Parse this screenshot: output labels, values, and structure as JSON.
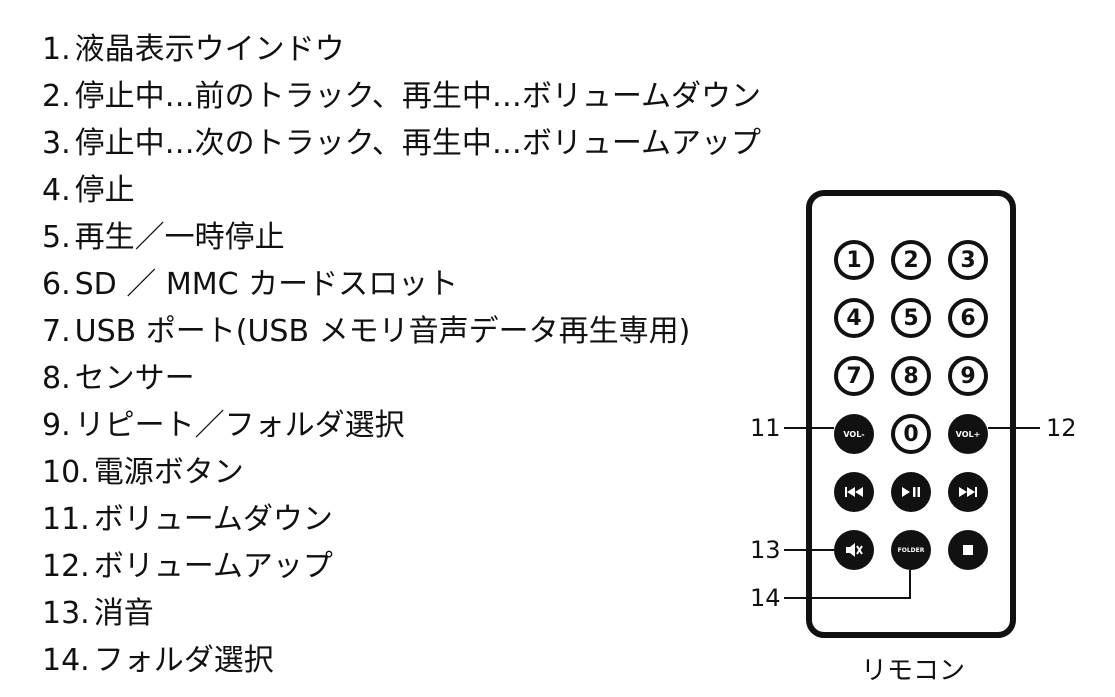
{
  "items": [
    {
      "num": "1.",
      "text": "液晶表示ウインドウ"
    },
    {
      "num": "2.",
      "text": "停止中…前のトラック、再生中…ボリュームダウン"
    },
    {
      "num": "3.",
      "text": "停止中…次のトラック、再生中…ボリュームアップ"
    },
    {
      "num": "4.",
      "text": "停止"
    },
    {
      "num": "5.",
      "text": "再生／一時停止"
    },
    {
      "num": "6.",
      "text": "SD ／ MMC カードスロット"
    },
    {
      "num": "7.",
      "text": "USB ポート(USB メモリ音声データ再生専用)"
    },
    {
      "num": "8.",
      "text": "センサー"
    },
    {
      "num": "9.",
      "text": "リピート／フォルダ選択"
    },
    {
      "num": "10.",
      "text": "電源ボタン"
    },
    {
      "num": "11.",
      "text": "ボリュームダウン"
    },
    {
      "num": "12.",
      "text": "ボリュームアップ"
    },
    {
      "num": "13.",
      "text": "消音"
    },
    {
      "num": "14.",
      "text": "フォルダ選択"
    }
  ],
  "remote": {
    "caption": "リモコン",
    "digits": [
      "1",
      "2",
      "3",
      "4",
      "5",
      "6",
      "7",
      "8",
      "9",
      "0"
    ],
    "vol_down": "VOL-",
    "vol_up": "VOL+",
    "folder": "FOLDER",
    "callouts": {
      "c11": "11",
      "c12": "12",
      "c13": "13",
      "c14": "14"
    },
    "icons": [
      "prev-track-icon",
      "play-pause-icon",
      "next-track-icon",
      "mute-icon",
      "stop-icon"
    ]
  }
}
